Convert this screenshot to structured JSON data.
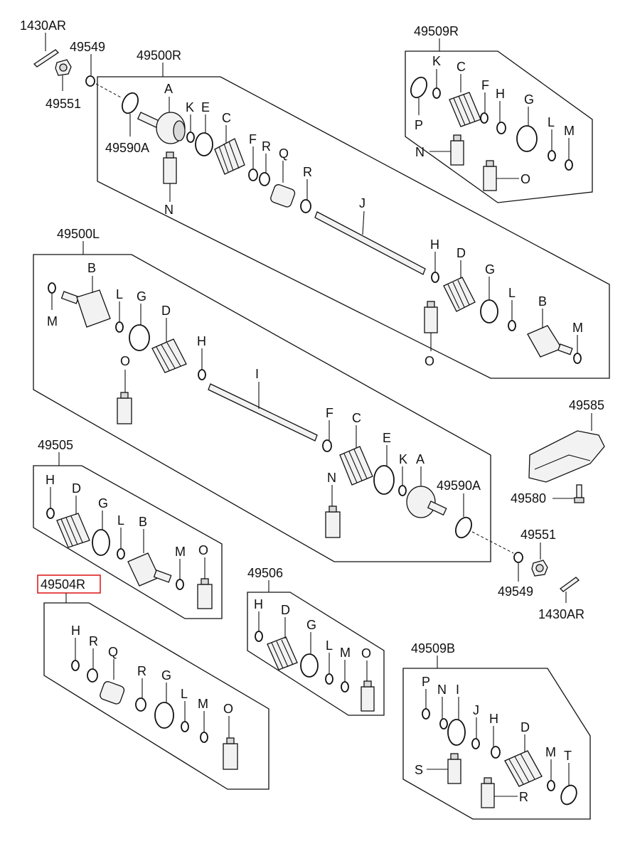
{
  "assemblies": [
    {
      "id": "asm_49509R",
      "number": "49509R"
    },
    {
      "id": "asm_49500R",
      "number": "49500R"
    },
    {
      "id": "asm_49500L",
      "number": "49500L"
    },
    {
      "id": "asm_49505",
      "number": "49505"
    },
    {
      "id": "asm_49504R",
      "number": "49504R",
      "highlighted": true
    },
    {
      "id": "asm_49506",
      "number": "49506"
    },
    {
      "id": "asm_49509B",
      "number": "49509B"
    }
  ],
  "standalone_parts": [
    {
      "id": "p1430AR_top",
      "number": "1430AR"
    },
    {
      "id": "p49549_top",
      "number": "49549"
    },
    {
      "id": "p49551_top",
      "number": "49551"
    },
    {
      "id": "p49590A_top",
      "number": "49590A"
    },
    {
      "id": "p49590A_mid",
      "number": "49590A"
    },
    {
      "id": "p49551_bot",
      "number": "49551"
    },
    {
      "id": "p49549_bot",
      "number": "49549"
    },
    {
      "id": "p1430AR_bot",
      "number": "1430AR"
    },
    {
      "id": "p49585",
      "number": "49585"
    },
    {
      "id": "p49580",
      "number": "49580"
    }
  ],
  "component_letters": {
    "r509": [
      "K",
      "C",
      "F",
      "H",
      "G",
      "P",
      "N",
      "L",
      "M",
      "O"
    ],
    "r500": [
      "A",
      "K",
      "E",
      "C",
      "F",
      "R",
      "Q",
      "R",
      "N",
      "J",
      "H",
      "D",
      "G",
      "L",
      "B",
      "M",
      "O"
    ],
    "l500": [
      "B",
      "M",
      "L",
      "G",
      "D",
      "H",
      "O",
      "I",
      "F",
      "C",
      "E",
      "K",
      "A",
      "N"
    ],
    "l505": [
      "H",
      "D",
      "G",
      "L",
      "B",
      "M",
      "O"
    ],
    "l504": [
      "H",
      "R",
      "Q",
      "R",
      "G",
      "L",
      "M",
      "O"
    ],
    "l506": [
      "H",
      "D",
      "G",
      "L",
      "M",
      "O"
    ],
    "l509b": [
      "P",
      "N",
      "I",
      "J",
      "H",
      "D",
      "M",
      "T",
      "S",
      "R"
    ]
  },
  "colors": {
    "highlight_box": "#e02020",
    "line": "#111111"
  }
}
